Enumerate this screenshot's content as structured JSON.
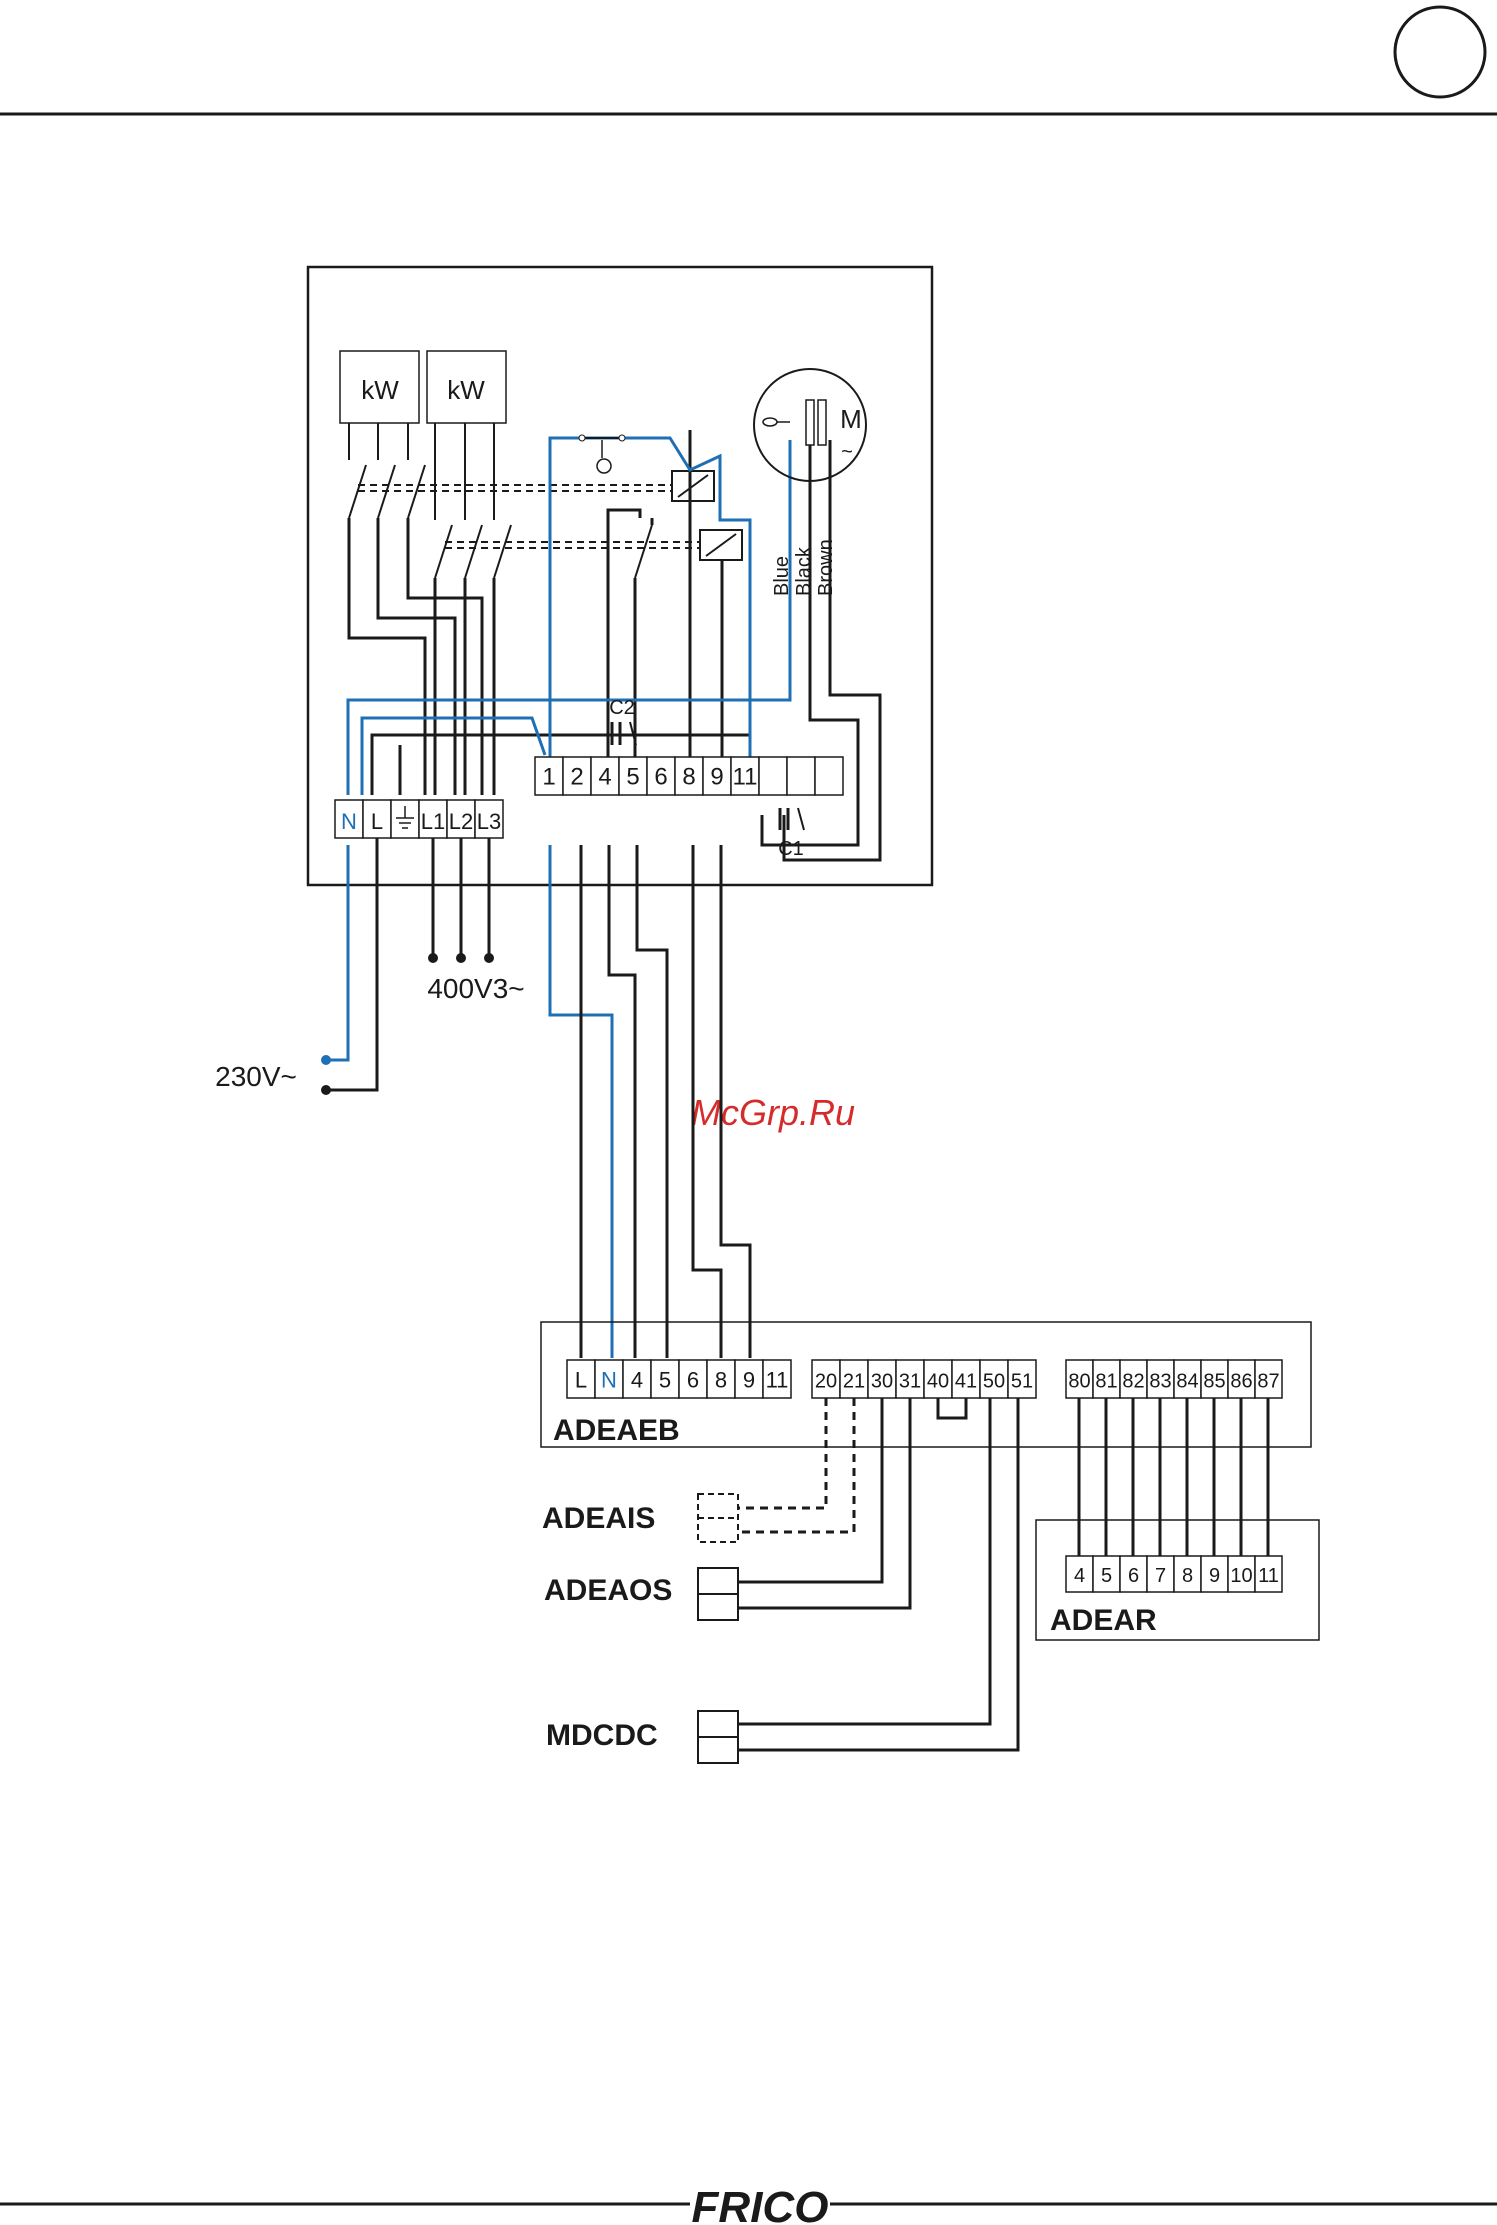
{
  "page": {
    "circle_mark": ""
  },
  "main_unit": {
    "heater_labels": [
      "kW",
      "kW"
    ],
    "motor_label": "M",
    "motor_ac": "~",
    "wire_colors": [
      "Blue",
      "Black",
      "Brown"
    ],
    "contactor_labels": [
      "C2",
      "C1"
    ],
    "power_terminals": [
      "N",
      "L",
      "",
      "L1",
      "L2",
      "L3"
    ],
    "control_terminals": [
      "1",
      "2",
      "4",
      "5",
      "6",
      "8",
      "9",
      "11",
      "",
      "",
      ""
    ]
  },
  "supply": {
    "three_phase": "400V3~",
    "single_phase": "230V~"
  },
  "watermark": "McGrp.Ru",
  "adeaeb": {
    "name": "ADEAEB",
    "group1": [
      "L",
      "N",
      "4",
      "5",
      "6",
      "8",
      "9",
      "11"
    ],
    "group2": [
      "20",
      "21",
      "30",
      "31",
      "40",
      "41",
      "50",
      "51"
    ],
    "group3": [
      "80",
      "81",
      "82",
      "83",
      "84",
      "85",
      "86",
      "87"
    ]
  },
  "accessories": {
    "adeais": "ADEAIS",
    "adeaos": "ADEAOS",
    "mdcdc": "MDCDC"
  },
  "adear": {
    "name": "ADEAR",
    "terminals": [
      "4",
      "5",
      "6",
      "7",
      "8",
      "9",
      "10",
      "11"
    ]
  },
  "footer": {
    "brand": "FRICO"
  },
  "colors": {
    "line": "#1a1a1a",
    "neutral": "#1f6fb5",
    "watermark": "#d62b2b"
  }
}
